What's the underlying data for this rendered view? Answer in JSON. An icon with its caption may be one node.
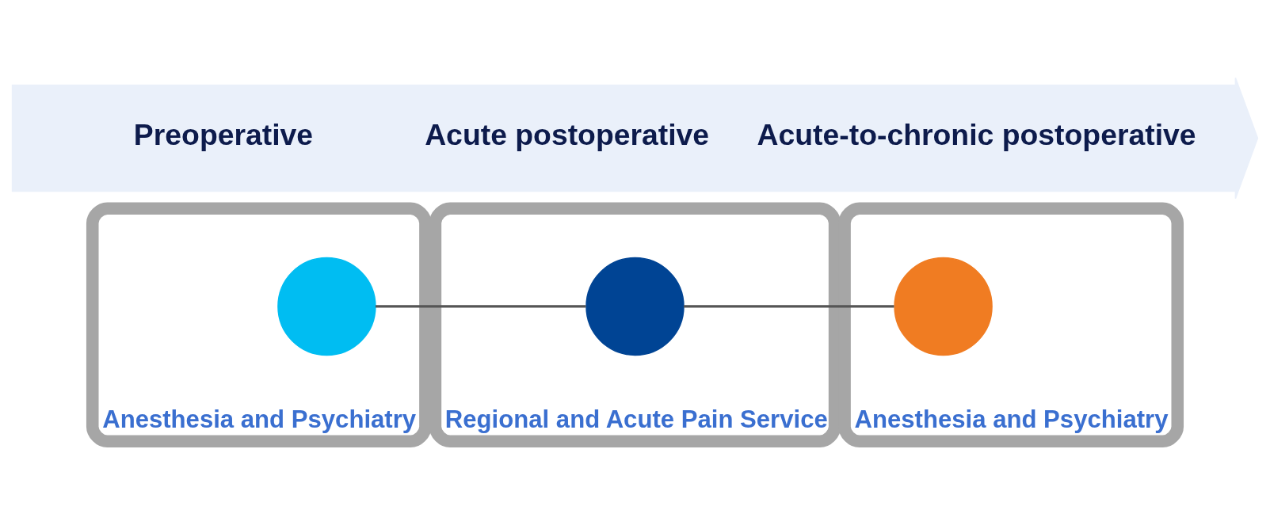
{
  "diagram": {
    "nodes": [
      {
        "text": [
          "Preoperative",
          "Acute postoperative",
          "Acute-to-chronic postoperative"
        ]
      },
      {
        "text": [
          "Anesthesia and Psychiatry"
        ]
      },
      {
        "text": [],
        "shape": "circle",
        "in": 1
      },
      {
        "text": [
          "Regional and Acute Pain Service"
        ]
      },
      {
        "text": [],
        "shape": "circle",
        "in": 3
      },
      {
        "text": [
          "Anesthesia and Psychiatry"
        ]
      },
      {
        "text": [],
        "shape": "circle",
        "in": 5
      }
    ],
    "edges": [
      {
        "from": 2,
        "to": 4,
        "arrow": "none"
      },
      {
        "from": 4,
        "to": 6,
        "arrow": "none"
      }
    ]
  }
}
